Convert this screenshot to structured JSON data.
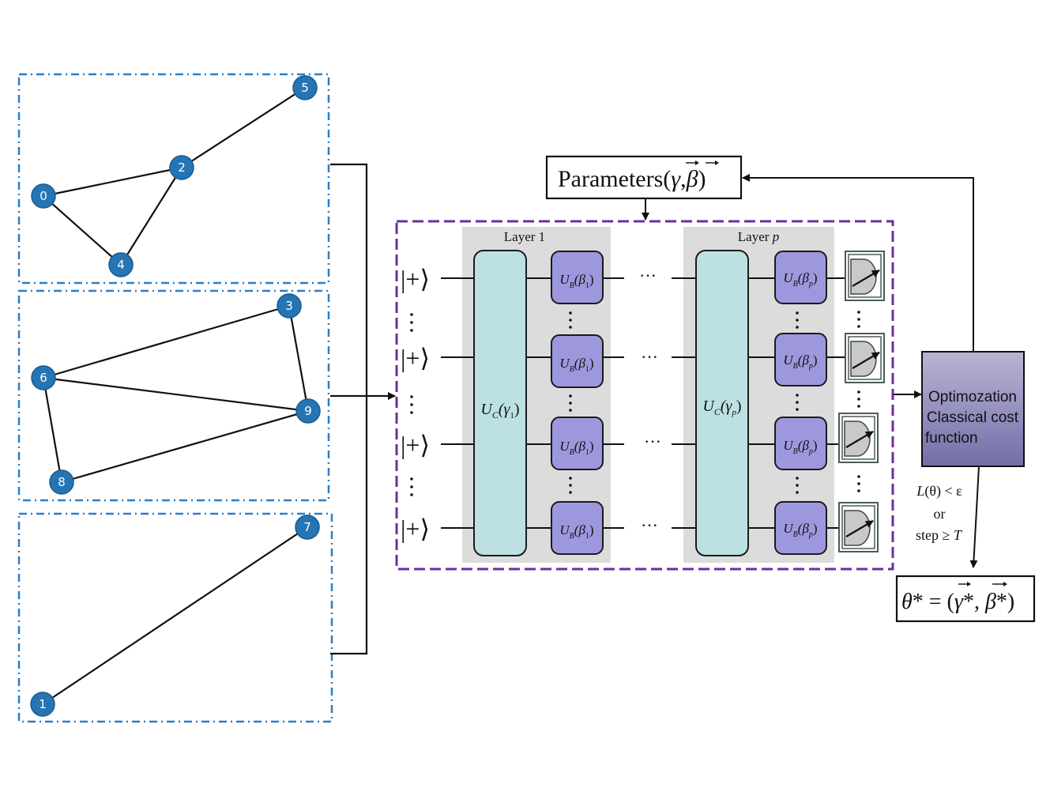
{
  "graphs": [
    {
      "nodes": [
        {
          "id": "5",
          "label": "5"
        },
        {
          "id": "2",
          "label": "2"
        },
        {
          "id": "0",
          "label": "0"
        },
        {
          "id": "4",
          "label": "4"
        }
      ],
      "edges": [
        [
          "5",
          "2"
        ],
        [
          "2",
          "0"
        ],
        [
          "2",
          "4"
        ],
        [
          "0",
          "4"
        ]
      ]
    },
    {
      "nodes": [
        {
          "id": "3",
          "label": "3"
        },
        {
          "id": "6",
          "label": "6"
        },
        {
          "id": "9",
          "label": "9"
        },
        {
          "id": "8",
          "label": "8"
        }
      ],
      "edges": [
        [
          "6",
          "3"
        ],
        [
          "3",
          "9"
        ],
        [
          "6",
          "9"
        ],
        [
          "6",
          "8"
        ],
        [
          "8",
          "9"
        ]
      ]
    },
    {
      "nodes": [
        {
          "id": "7",
          "label": "7"
        },
        {
          "id": "1",
          "label": "1"
        }
      ],
      "edges": [
        [
          "7",
          "1"
        ]
      ]
    }
  ],
  "parameters_box": {
    "prefix": "Parameters(",
    "gamma": "γ",
    "comma": ",",
    "beta": "β",
    "suffix": ")"
  },
  "circuit": {
    "input_state": "|+⟩",
    "layer1_label": "Layer 1",
    "layerp_label_prefix": "Layer ",
    "layerp_label_var": "p",
    "uc1_label": "U",
    "uc1_sub": "C",
    "uc1_arg": "(γ",
    "uc1_arg_sub": "1",
    "ucp_arg_sub": "p",
    "ub_label": "U",
    "ub_sub": "B",
    "ub1_arg": "(β",
    "ub1_arg_sub": "1",
    "ubp_arg_sub": "p",
    "ellipsis": "···"
  },
  "optimizer_box": {
    "line1": "Optimozation",
    "line2": "Classical cost",
    "line3": "function"
  },
  "stop_condition": {
    "line1_a": "L",
    "line1_b": "(θ) < ε",
    "line2": "or",
    "line3_a": "step ≥ ",
    "line3_b": "T"
  },
  "result_box": {
    "text_a": "θ",
    "text_b": "* = (",
    "gamma": "γ",
    "mid": "*, ",
    "beta": "β",
    "end": "*)"
  },
  "colors": {
    "node": "#2575b5",
    "graph_border": "#2a7fc7",
    "circuit_border": "#6f2d9e",
    "uc_fill": "#bde1e3",
    "ub_fill": "#9d98dd",
    "layer_bg": "#dcdcdc",
    "optimizer_top": "#b3afcf",
    "optimizer_bottom": "#7a75ad"
  }
}
